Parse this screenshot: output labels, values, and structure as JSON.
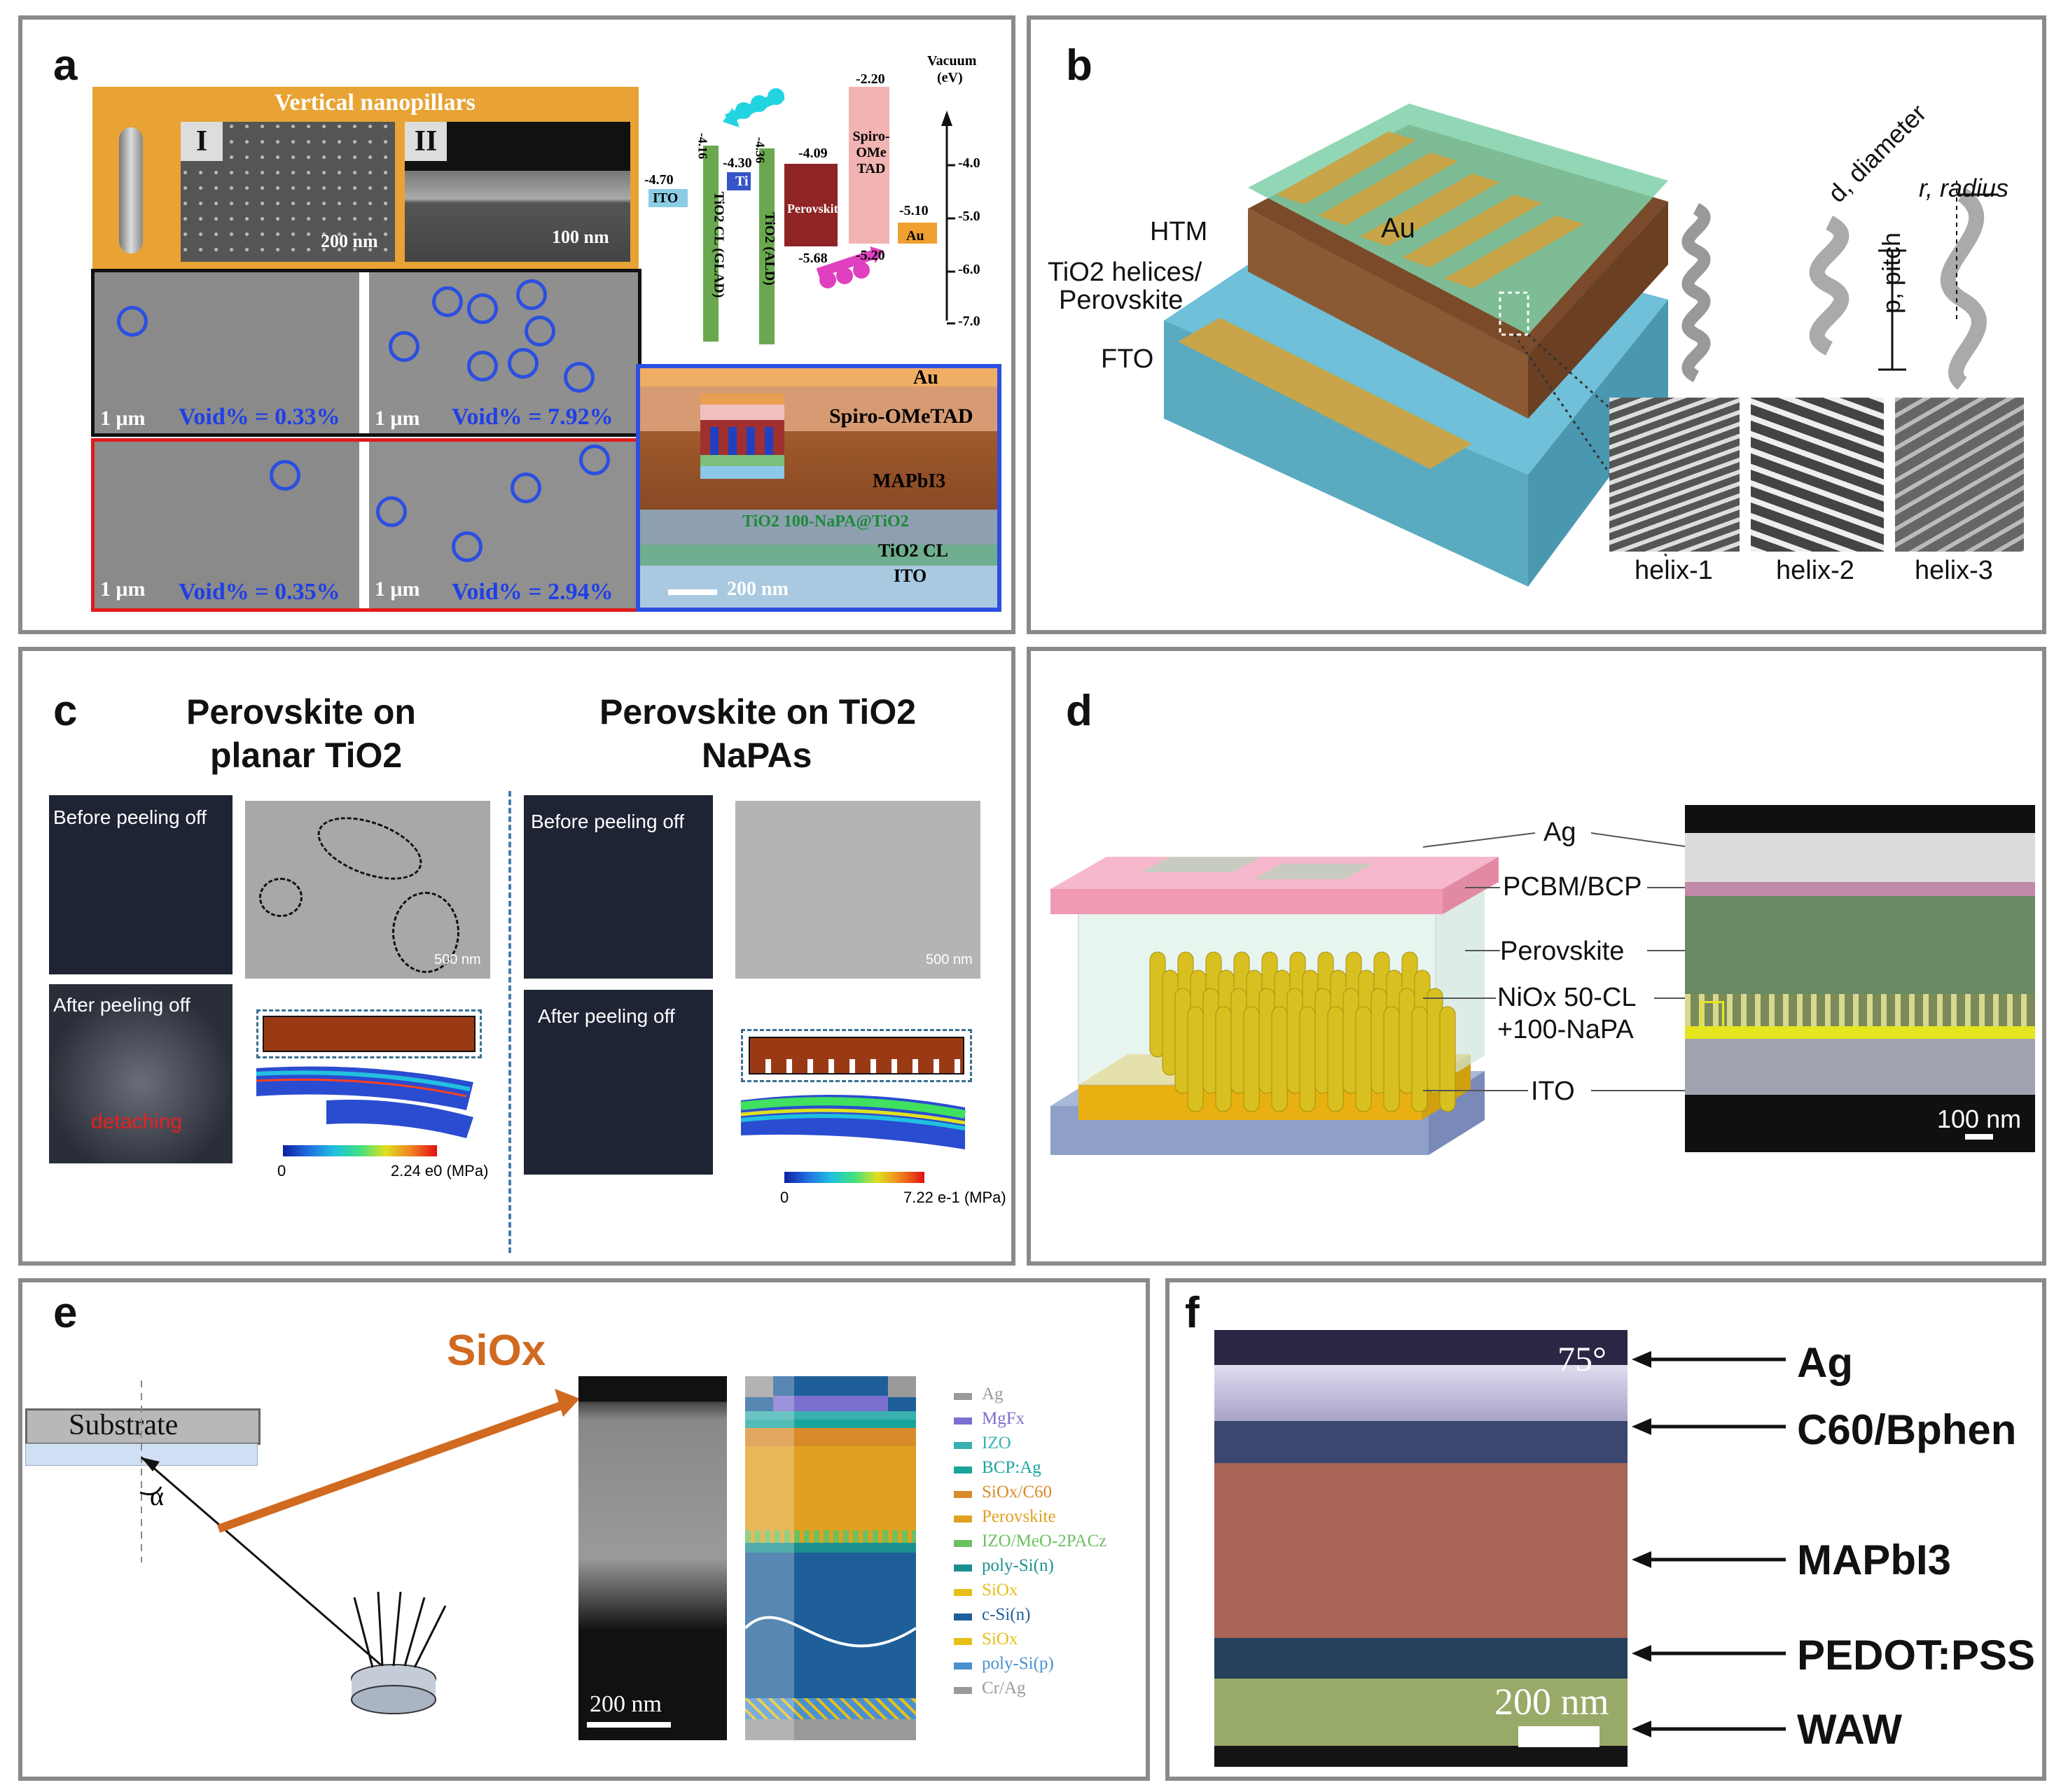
{
  "panels": {
    "a": {
      "label": "a",
      "nanopillar_title": "Vertical nanopillars",
      "roman1": "I",
      "roman2": "II",
      "scale_200": "200 nm",
      "scale_100": "100 nm",
      "scale_1um": "1 μm",
      "void_033": "Void% = 0.33%",
      "void_792": "Void% = 7.92%",
      "void_035": "Void% = 0.35%",
      "void_294": "Void% = 2.94%",
      "energy": {
        "vacuum": "Vacuum",
        "ev": "(eV)",
        "ticks": [
          "-4.0",
          "-5.0",
          "-6.0",
          "-7.0"
        ],
        "ito": "ITO",
        "ito_val": "-4.70",
        "tio2_cl": "TiO2 CL (GLAD)",
        "tio2_cl_val": "-4.16",
        "ti": "Ti",
        "ti_val": "-4.30",
        "tio2_ald": "TiO2 (ALD)",
        "tio2_ald_val": "-4.36",
        "perov": "Perovskite",
        "perov_top": "-4.09",
        "perov_bot": "-5.68",
        "spiro": "Spiro-OMe TAD",
        "spiro_top": "-2.20",
        "spiro_bot": "-5.20",
        "au": "Au",
        "au_val": "-5.10"
      },
      "cross": {
        "au": "Au",
        "spiro": "Spiro-OMeTAD",
        "mapbi": "MAPbI3",
        "napa": "TiO2 100-NaPA@TiO2",
        "cl": "TiO2 CL",
        "ito": "ITO",
        "scale": "200 nm"
      }
    },
    "b": {
      "label": "b",
      "htm": "HTM",
      "helices": "TiO2 helices/",
      "perov": "Perovskite",
      "fto": "FTO",
      "au": "Au",
      "diameter": "d, diameter",
      "radius": "r, radius",
      "pitch": "p, pitch",
      "helix1": "helix-1",
      "helix2": "helix-2",
      "helix3": "helix-3"
    },
    "c": {
      "label": "c",
      "left_title_1": "Perovskite on",
      "left_title_2": "planar TiO2",
      "right_title_1": "Perovskite on TiO2",
      "right_title_2": "NaPAs",
      "before": "Before peeling off",
      "after": "After peeling off",
      "detaching": "detaching",
      "scale": "500 nm",
      "zero": "0",
      "left_max": "2.24 e0 (MPa)",
      "right_max": "7.22 e-1 (MPa)"
    },
    "d": {
      "label": "d",
      "ag": "Ag",
      "pcbm": "PCBM/BCP",
      "perov": "Perovskite",
      "niox1": "NiOx 50-CL",
      "niox2": "+100-NaPA",
      "ito": "ITO",
      "scale": "100 nm"
    },
    "e": {
      "label": "e",
      "siox": "SiOx",
      "substrate": "Substrate",
      "alpha": "α",
      "scale": "200 nm",
      "legend": [
        {
          "name": "Ag",
          "color": "#9a9a9a"
        },
        {
          "name": "MgFx",
          "color": "#7b6fd0"
        },
        {
          "name": "IZO",
          "color": "#3ab0b0"
        },
        {
          "name": "BCP:Ag",
          "color": "#1aa59c"
        },
        {
          "name": "SiOx/C60",
          "color": "#d98a2a"
        },
        {
          "name": "Perovskite",
          "color": "#e0a020"
        },
        {
          "name": "IZO/MeO-2PACz",
          "color": "#6cc060"
        },
        {
          "name": "poly-Si(n)",
          "color": "#1b8f8f"
        },
        {
          "name": "SiOx",
          "color": "#e6c018"
        },
        {
          "name": "c-Si(n)",
          "color": "#1f5f99"
        },
        {
          "name": "SiOx",
          "color": "#e6c018"
        },
        {
          "name": "poly-Si(p)",
          "color": "#4a90d0"
        },
        {
          "name": "Cr/Ag",
          "color": "#9a9a9a"
        }
      ]
    },
    "f": {
      "label": "f",
      "angle": "75°",
      "ag": "Ag",
      "c60": "C60/Bphen",
      "mapbi": "MAPbI3",
      "pedot": "PEDOT:PSS",
      "waw": "WAW",
      "scale": "200 nm"
    }
  }
}
